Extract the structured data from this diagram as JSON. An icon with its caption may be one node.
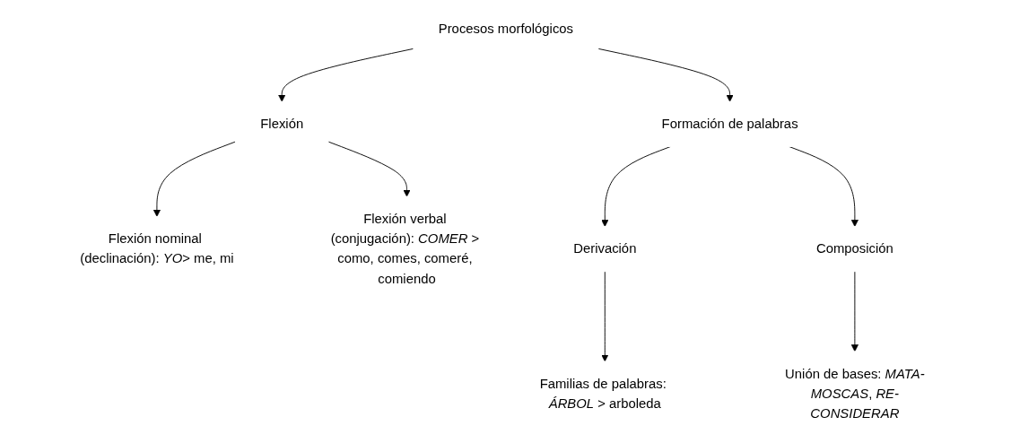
{
  "diagram": {
    "nodes": [
      {
        "text": [
          "Procesos morfológicos"
        ]
      },
      {
        "text": [
          "Flexión"
        ]
      },
      {
        "text": [
          "Formación de palabras"
        ]
      },
      {
        "text": [
          "Flexión nominal (declinación): *YO*> me, mi"
        ]
      },
      {
        "text": [
          "Flexión verbal (conjugación): *COMER* > como, comes, comeré, comiendo"
        ]
      },
      {
        "text": [
          "Derivación"
        ]
      },
      {
        "text": [
          "Composición"
        ]
      },
      {
        "text": [
          "Familias de palabras: *ÁRBOL* > arboleda"
        ]
      },
      {
        "text": [
          "Unión de bases: *MATA-MOSCAS*, *RE-CONSIDERAR*"
        ]
      }
    ],
    "edges": [
      {
        "from": 0,
        "to": 1,
        "arrow": "to"
      },
      {
        "from": 0,
        "to": 2,
        "arrow": "to"
      },
      {
        "from": 1,
        "to": 3,
        "arrow": "to"
      },
      {
        "from": 1,
        "to": 4,
        "arrow": "to"
      },
      {
        "from": 2,
        "to": 5,
        "arrow": "to"
      },
      {
        "from": 2,
        "to": 6,
        "arrow": "to"
      },
      {
        "from": 5,
        "to": 7,
        "arrow": "to"
      },
      {
        "from": 6,
        "to": 8,
        "arrow": "to"
      }
    ]
  }
}
